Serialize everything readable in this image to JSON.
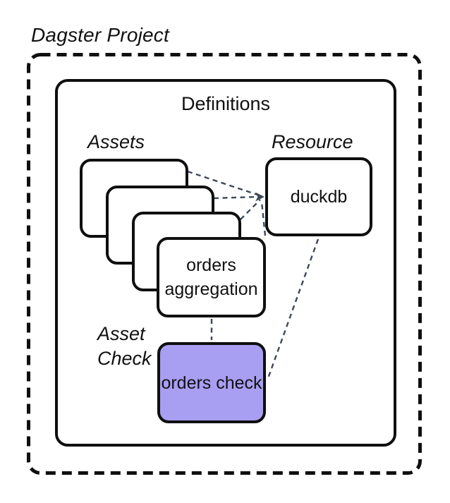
{
  "title": "Dagster Project",
  "definitions": {
    "label": "Definitions",
    "assets": {
      "label": "Assets",
      "stack_count": 4,
      "front_card_label": "orders aggregation"
    },
    "resource": {
      "label": "Resource",
      "box_label": "duckdb"
    },
    "asset_check": {
      "label": "Asset Check",
      "box_label": "orders check"
    }
  },
  "connections": [
    {
      "from": "asset-card-1",
      "to": "duckdb",
      "style": "dashed-arrow"
    },
    {
      "from": "asset-card-2",
      "to": "duckdb",
      "style": "dashed-arrow"
    },
    {
      "from": "asset-card-3",
      "to": "duckdb",
      "style": "dashed-arrow"
    },
    {
      "from": "orders-aggregation",
      "to": "duckdb",
      "style": "dashed-arrow"
    },
    {
      "from": "orders-aggregation",
      "to": "orders-check",
      "style": "dashed"
    },
    {
      "from": "duckdb",
      "to": "orders-check",
      "style": "dashed"
    }
  ],
  "colors": {
    "border": "#0f0f0f",
    "connector": "#3e4859",
    "asset_check_fill": "#a89ef2",
    "background": "#ffffff",
    "text": "#111111"
  }
}
